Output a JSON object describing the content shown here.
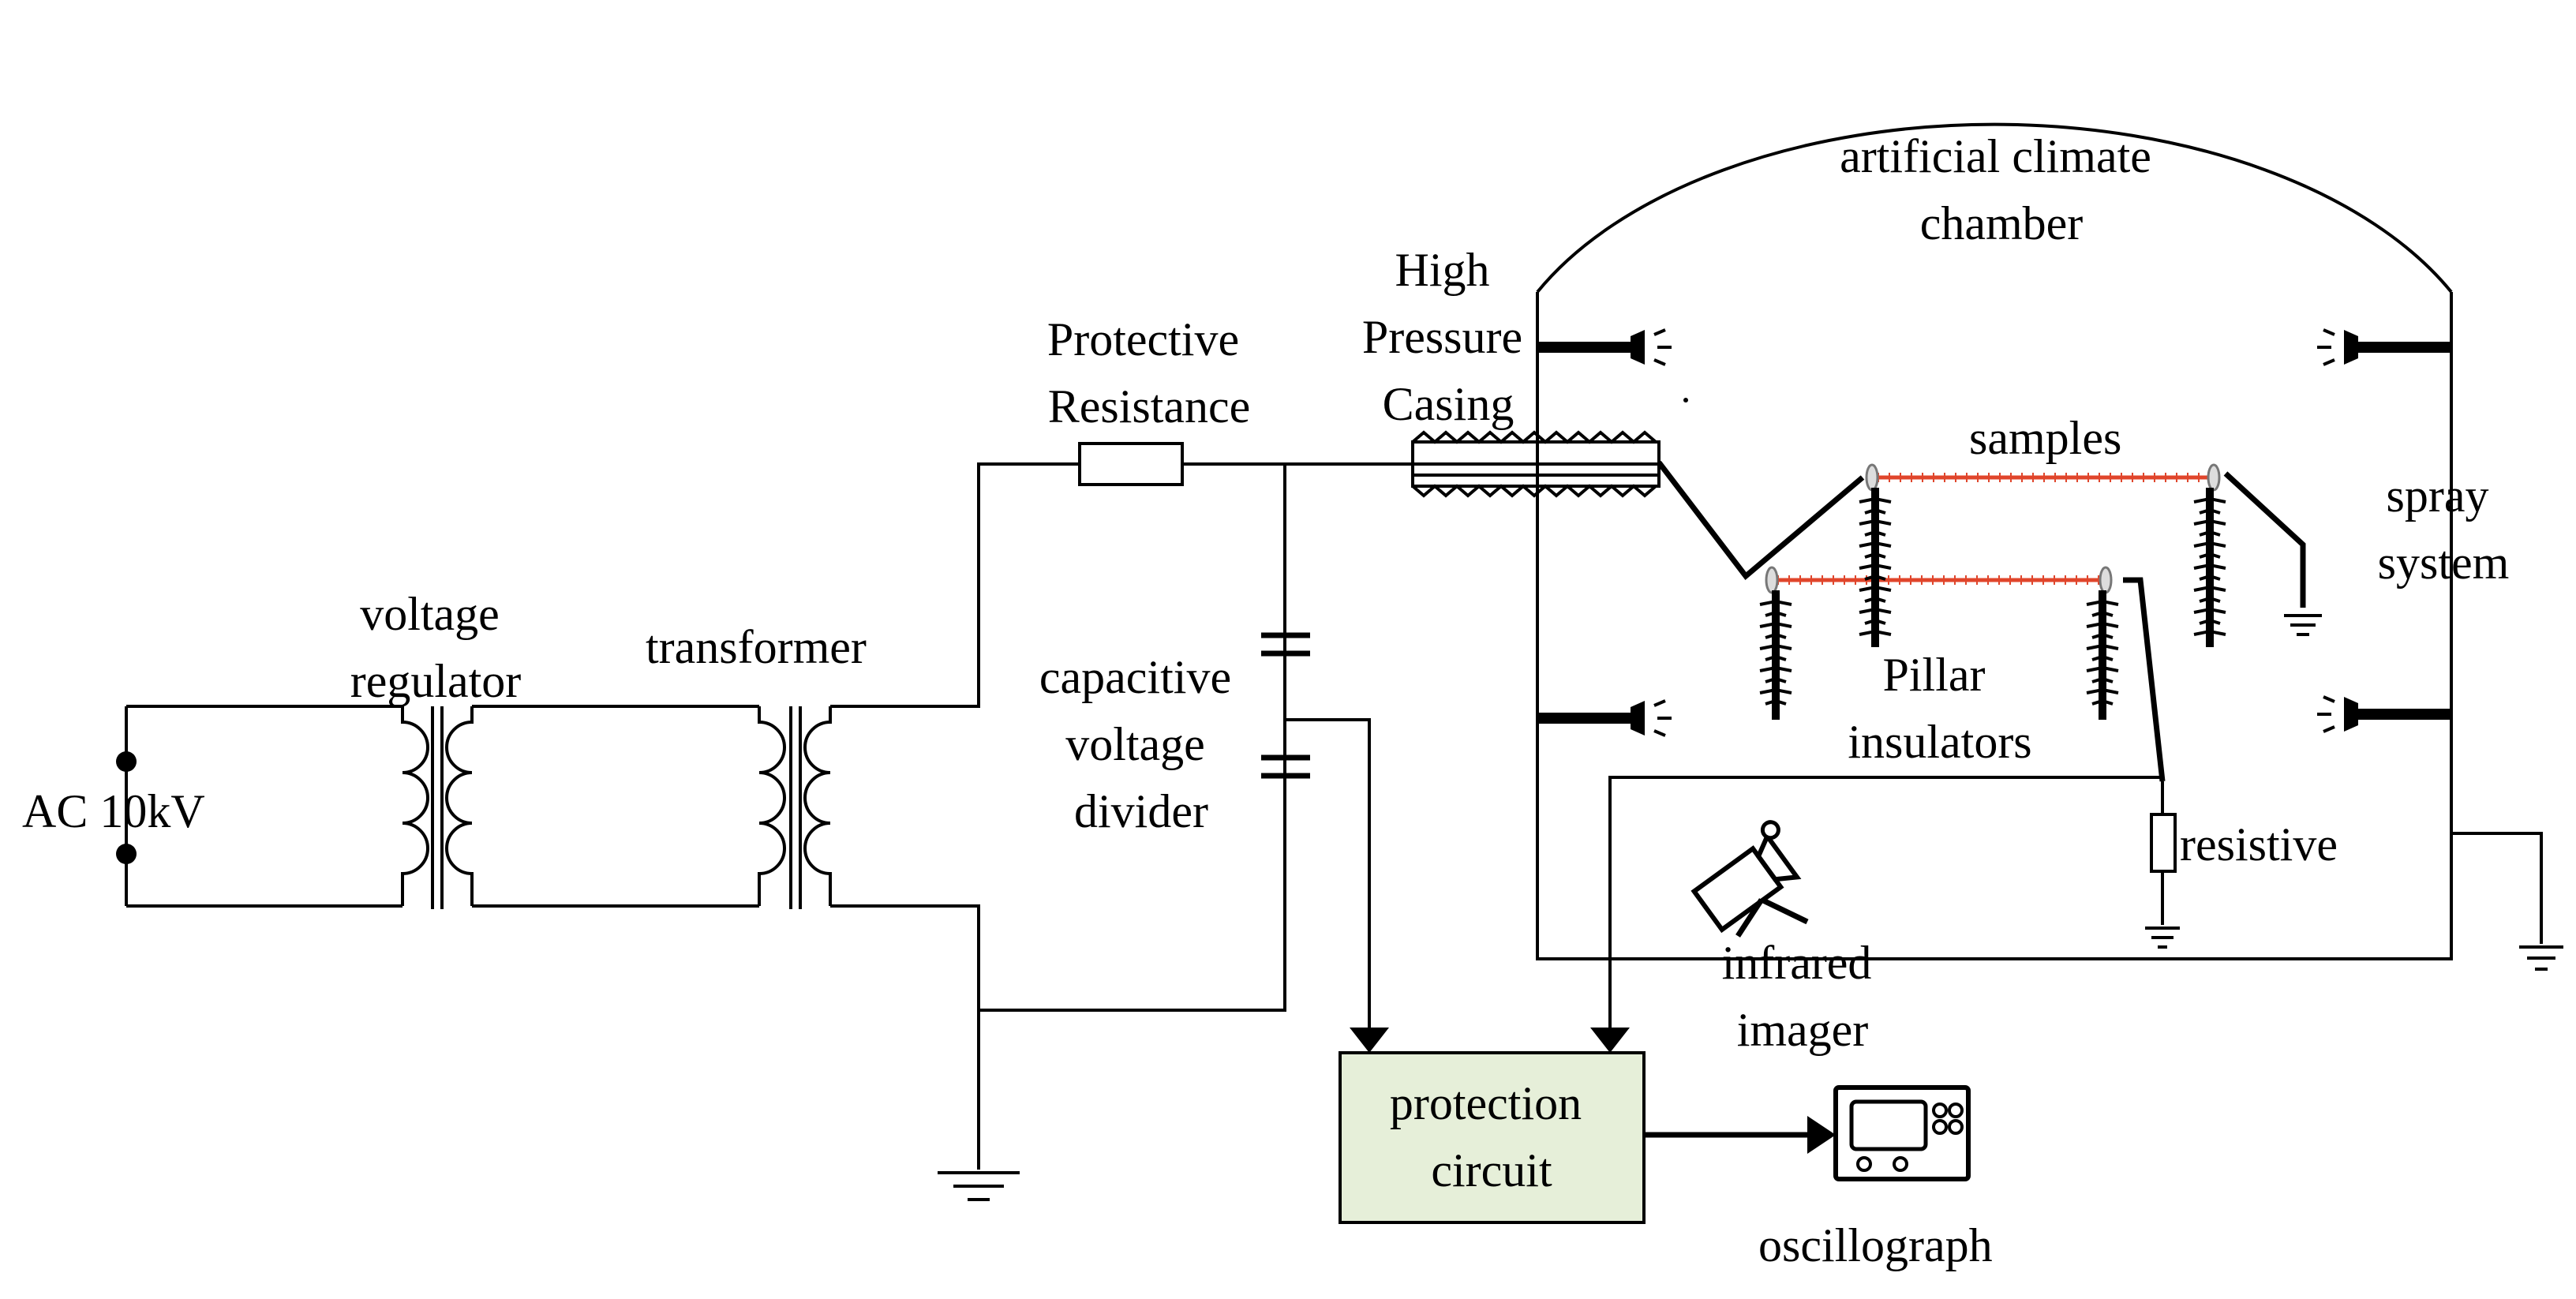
{
  "labels": {
    "ac_source": "AC 10kV",
    "voltage_regulator": [
      "voltage",
      "regulator"
    ],
    "transformer": "transformer",
    "protective_resistance": [
      "Protective",
      "Resistance"
    ],
    "high_pressure_casing": [
      "High",
      "Pressure",
      "Casing"
    ],
    "capacitive_voltage_divider": [
      "capacitive",
      "voltage",
      "divider"
    ],
    "chamber": [
      "artificial climate",
      "chamber"
    ],
    "samples": "samples",
    "spray_system": [
      "spray",
      "system"
    ],
    "pillar_insulators": [
      "Pillar",
      "insulators"
    ],
    "resistive": "resistive",
    "infrared_imager": [
      "infrared",
      "imager"
    ],
    "protection_circuit": [
      "protection",
      "circuit"
    ],
    "oscillograph": "oscillograph"
  },
  "colors": {
    "protection_box_fill": "#e6efd9",
    "sample_conductor": "#e0452b",
    "line": "#000000"
  },
  "icons": [
    "spray-nozzle-icon",
    "camera-icon",
    "oscilloscope-icon",
    "ground-icon",
    "capacitor-icon",
    "resistor-icon",
    "coil-icon",
    "insulator-icon"
  ]
}
